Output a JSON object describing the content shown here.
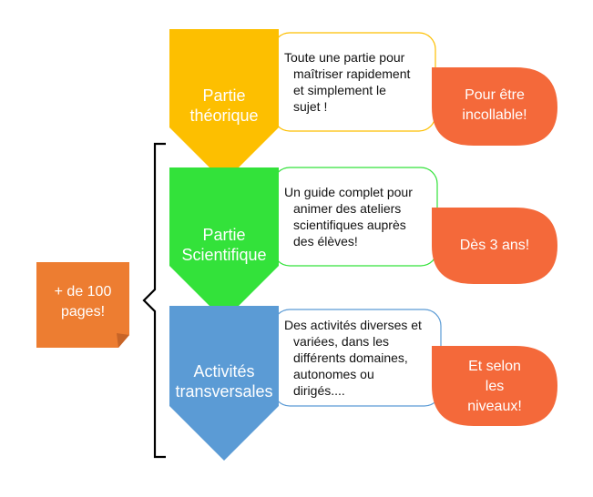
{
  "note": {
    "text_line1": "+ de 100",
    "text_line2": "pages!"
  },
  "sections": [
    {
      "label_line1": "Partie",
      "label_line2": "théorique",
      "color": "#FDBF00",
      "desc_lines": [
        "Toute une partie pour",
        "maîtriser rapidement",
        "et simplement le",
        "sujet !"
      ],
      "desc_border": "#FDBF00",
      "bubble_lines": [
        "Pour être",
        "incollable!"
      ]
    },
    {
      "label_line1": "Partie",
      "label_line2": "Scientifique",
      "color": "#33E23A",
      "desc_lines": [
        "Un guide complet pour",
        "animer des ateliers",
        "scientifiques auprès",
        "des élèves!"
      ],
      "desc_border": "#33E23A",
      "bubble_lines": [
        "Dès 3 ans!"
      ]
    },
    {
      "label_line1": "Activités",
      "label_line2": "transversales",
      "color": "#5B9BD5",
      "desc_lines": [
        "Des activités diverses et",
        "variées, dans les",
        "différents domaines,",
        "autonomes ou",
        "dirigés...."
      ],
      "desc_border": "#5B9BD5",
      "bubble_lines": [
        "Et selon",
        "les",
        "niveaux!"
      ]
    }
  ],
  "colors": {
    "bubble": "#F4693A",
    "note": "#ED7D31",
    "note_fold": "#C76427"
  }
}
